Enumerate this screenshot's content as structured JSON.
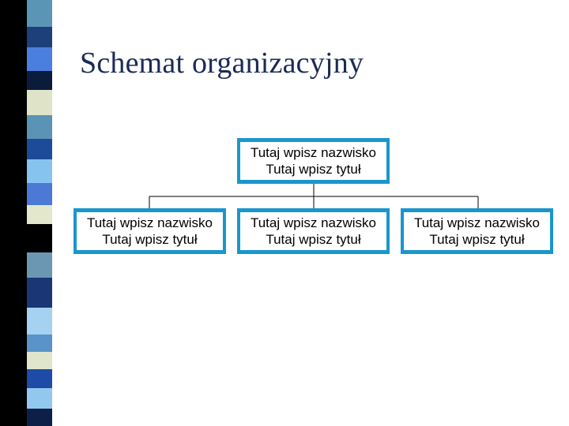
{
  "slide": {
    "title": "Schemat organizacyjny"
  },
  "org_chart": {
    "root": {
      "name": "Tutaj wpisz nazwisko",
      "role": "Tutaj wpisz tytuł"
    },
    "children": [
      {
        "name": "Tutaj wpisz nazwisko",
        "role": "Tutaj wpisz tytuł"
      },
      {
        "name": "Tutaj wpisz nazwisko",
        "role": "Tutaj wpisz tytuł"
      },
      {
        "name": "Tutaj wpisz nazwisko",
        "role": "Tutaj wpisz tytuł"
      }
    ]
  },
  "colors": {
    "box_fill": "#1a96cc",
    "title": "#1c2a55",
    "connector": "#000000"
  }
}
